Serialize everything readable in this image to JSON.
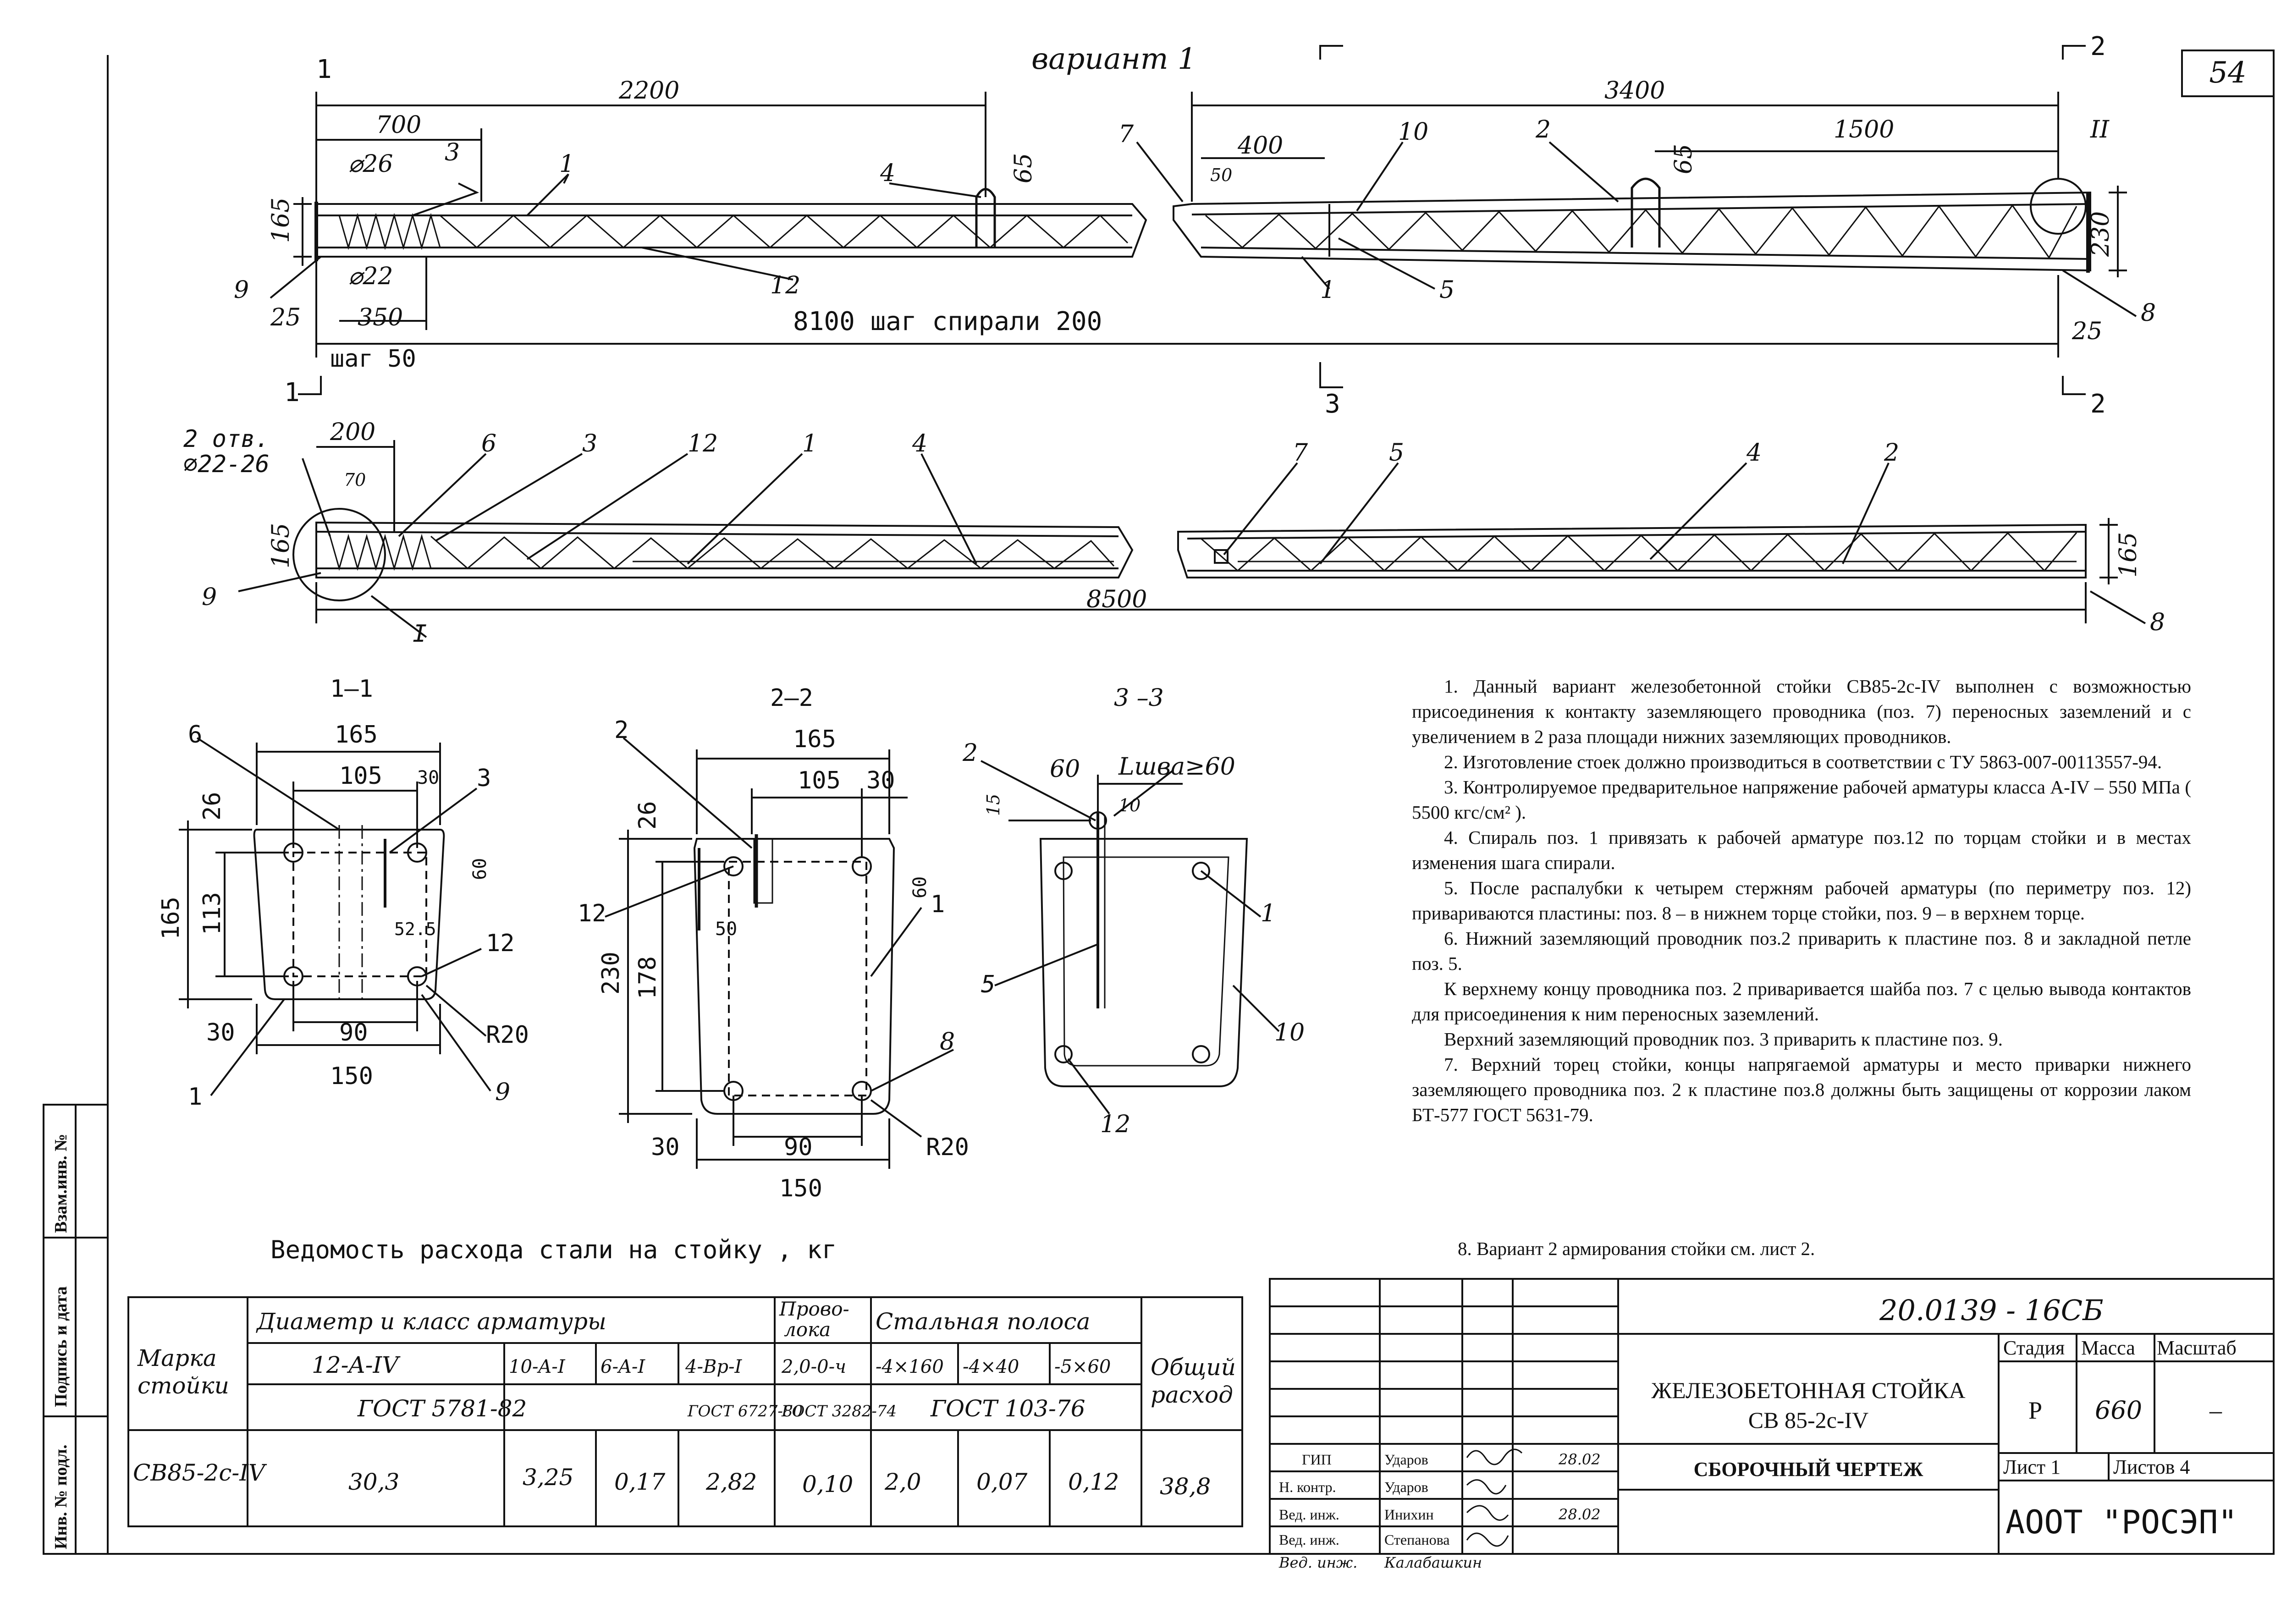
{
  "page_number": "54",
  "variant_title": "вариант 1",
  "top_view": {
    "dims": [
      "2200",
      "700",
      "3",
      "1",
      "⌀26",
      "165",
      "4",
      "65",
      "7",
      "400",
      "10",
      "2",
      "65",
      "3400",
      "1500",
      "II",
      "50",
      "230",
      "⌀22",
      "9",
      "25",
      "350",
      "12",
      "1",
      "5",
      "8",
      "25"
    ],
    "center_note": "8100 шаг спирали 200",
    "step_note": "шаг 50",
    "section_marks": [
      "1",
      "1",
      "2",
      "2",
      "3"
    ]
  },
  "bottom_view": {
    "holes_label": "2 отв.",
    "holes_dia": "⌀22-26",
    "dims": [
      "200",
      "70",
      "6",
      "3",
      "12",
      "1",
      "4",
      "7",
      "5",
      "4",
      "2",
      "165",
      "165",
      "9",
      "I",
      "8500",
      "8"
    ]
  },
  "sections": {
    "s11": {
      "title": "1–1",
      "labels": [
        "6",
        "165",
        "105",
        "30",
        "3",
        "26",
        "60",
        "165",
        "113",
        "52.5",
        "12",
        "30",
        "90",
        "R20",
        "1",
        "150",
        "9"
      ]
    },
    "s22": {
      "title": "2–2",
      "labels": [
        "2",
        "165",
        "105",
        "30",
        "26",
        "60",
        "12",
        "1",
        "50",
        "230",
        "178",
        "8",
        "30",
        "90",
        "R20",
        "150"
      ]
    },
    "s33": {
      "title": "3 –3",
      "labels": [
        "2",
        "60",
        "Lшва≥60",
        "15",
        "10",
        "1",
        "5",
        "10",
        "12"
      ]
    }
  },
  "notes": [
    "1. Данный вариант железобетонной стойки СВ85-2с-IV выполнен с возможностью присоединения к контакту заземляющего проводника (поз. 7) переносных заземлений и с увеличением в 2 раза площади нижних заземляющих проводников.",
    "2. Изготовление стоек должно производиться в соответствии с ТУ 5863-007-00113557-94.",
    "3. Контролируемое предварительное напряжение рабочей арматуры класса А-IV – 550 МПа    ( 5500 кгс/см² ).",
    "4. Спираль поз. 1 привязать к рабочей арматуре поз.12 по торцам стойки и в местах изменения шага спирали.",
    "5.   После распалубки к четырем стержням рабочей арматуры (по периметру поз. 12) привариваются пластины: поз. 8 – в нижнем торце стойки, поз. 9 – в верхнем торце.",
    "6. Нижний заземляющий проводник поз.2 приварить к пластине поз. 8 и закладной петле поз. 5.",
    "К верхнему концу проводника поз. 2 приваривается шайба поз. 7 с целью вывода контактов для присоединения к ним переносных заземлений.",
    "Верхний заземляющий проводник поз. 3 приварить к пластине поз. 9.",
    "7. Верхний торец стойки, концы напрягаемой арматуры и место приварки нижнего заземляющего проводника поз. 2 к пластине поз.8 должны быть защищены от коррозии лаком БТ-577 ГОСТ 5631-79."
  ],
  "note8": "8. Вариант 2 армирования стойки см. лист 2.",
  "steel_table": {
    "title": "Ведомость расхода стали на стойку , кг",
    "h_mark": [
      "Марка",
      "стойки"
    ],
    "h_diam": "Диаметр и класс арматуры",
    "h_wire": [
      "Прово-",
      "лока"
    ],
    "h_strip": "Стальная полоса",
    "h_total": [
      "Общий",
      "расход"
    ],
    "sub": [
      "12-A-IV",
      "10-A-I",
      "6-A-I",
      "4-Bp-I",
      "2,0-0-ч",
      "-4×160",
      "-4×40",
      "-5×60"
    ],
    "std": [
      "ГОСТ 5781-82",
      "ГОСТ 6727-80",
      "ГОСТ 3282-74",
      "ГОСТ 103-76"
    ],
    "row": [
      "СВ85-2с-IV",
      "30,3",
      "3,25",
      "0,17",
      "2,82",
      "0,10",
      "2,0",
      "0,07",
      "0,12",
      "38,8"
    ]
  },
  "side_stamp": [
    "Инв. № подл.",
    "Подпись и дата",
    "Взам.инв. №"
  ],
  "title_block": {
    "code": "20.0139 - 16СБ",
    "name1": "ЖЕЛЕЗОБЕТОННАЯ СТОЙКА",
    "name2": "СВ 85-2с-IV",
    "name3": "СБОРОЧНЫЙ ЧЕРТЕЖ",
    "h_stage": "Стадия",
    "h_mass": "Масса",
    "h_scale": "Масштаб",
    "stage": "Р",
    "mass": "660",
    "scale": "–",
    "sheet": "Лист  1",
    "sheets": "Листов   4",
    "org": "АООТ  \"РОСЭП\"",
    "roles": [
      {
        "role": "ГИП",
        "name": "Ударов",
        "date": "28.02"
      },
      {
        "role": "Н. контр.",
        "name": "Ударов",
        "date": ""
      },
      {
        "role": "Вед. инж.",
        "name": "Инихин",
        "date": "28.02"
      },
      {
        "role": "Вед. инж.",
        "name": "Степанова",
        "date": ""
      },
      {
        "role": "Вед. инж.",
        "name": "Калабашкин",
        "date": ""
      }
    ]
  }
}
